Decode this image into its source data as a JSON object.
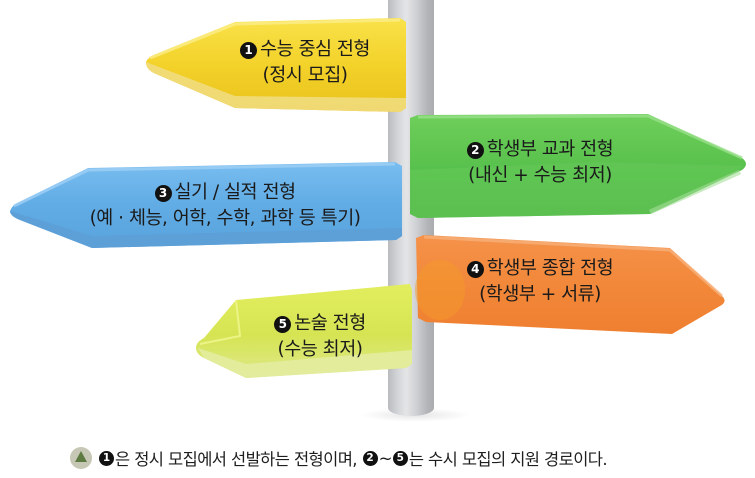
{
  "diagram": {
    "type": "signpost",
    "signs": [
      {
        "id": 1,
        "badge": "1",
        "title": "수능 중심 전형",
        "subtitle": "(정시 모집)",
        "direction": "left",
        "color": "#f4d12a"
      },
      {
        "id": 2,
        "badge": "2",
        "title": "학생부 교과 전형",
        "subtitle": "(내신 + 수능 최저)",
        "direction": "right",
        "color": "#5cc34f"
      },
      {
        "id": 3,
        "badge": "3",
        "title": "실기 / 실적 전형",
        "subtitle": "(예 · 체능, 어학, 수학, 과학 등 특기)",
        "direction": "left",
        "color": "#62aee6"
      },
      {
        "id": 4,
        "badge": "4",
        "title": "학생부 종합 전형",
        "subtitle": "(학생부 + 서류)",
        "direction": "right",
        "color": "#f28a3c"
      },
      {
        "id": 5,
        "badge": "5",
        "title": "논술 전형",
        "subtitle": "(수능 최저)",
        "direction": "left",
        "color": "#d6e65a"
      }
    ],
    "pole_color": "#c8c9cc"
  },
  "caption": {
    "icon": "triangle-up-icon",
    "badge_start": "1",
    "text_part1": "은 정시 모집에서 선발하는 전형이며, ",
    "badge_range_from": "2",
    "range_sep": "~",
    "badge_range_to": "5",
    "text_part2": "는 수시 모집의 지원 경로이다."
  }
}
